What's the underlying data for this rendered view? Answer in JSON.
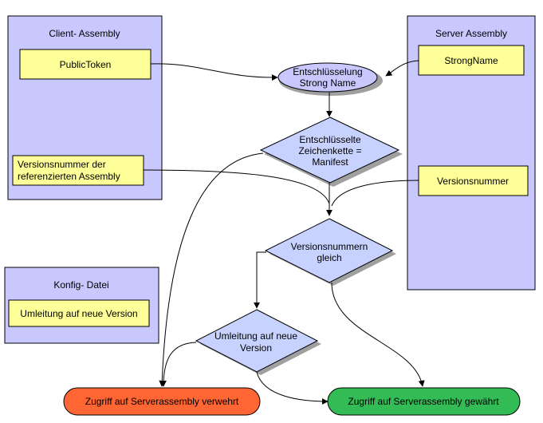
{
  "diagram": {
    "client_assembly": {
      "title": "Client- Assembly",
      "public_token": "PublicToken",
      "version_ref_line1": "Versionsnummer der",
      "version_ref_line2": "referenzierten Assembly"
    },
    "server_assembly": {
      "title": "Server Assembly",
      "strong_name": "StrongName",
      "version": "Versionsnummer"
    },
    "config_file": {
      "title": "Konfig- Datei",
      "redirect": "Umleitung auf neue Version"
    },
    "decrypt_node": {
      "line1": "Entschlüsselung",
      "line2": "Strong Name"
    },
    "manifest_decision": {
      "line1": "Entschlüsselte",
      "line2": "Zeichenkette =",
      "line3": "Manifest"
    },
    "version_decision": {
      "line1": "Versionsnummern",
      "line2": "gleich"
    },
    "redirect_decision": {
      "line1": "Umleitung auf neue",
      "line2": "Version"
    },
    "outcome_denied": "Zugriff auf Serverassembly verwehrt",
    "outcome_granted": "Zugriff auf Serverassembly gewährt"
  },
  "colors": {
    "panel_fill": "#c8c8ff",
    "item_fill": "#ffff99",
    "decision_fill": "#c8d2ff",
    "shadow": "#a0a0a0",
    "denied_fill": "#ff6633",
    "granted_fill": "#33bb55"
  }
}
